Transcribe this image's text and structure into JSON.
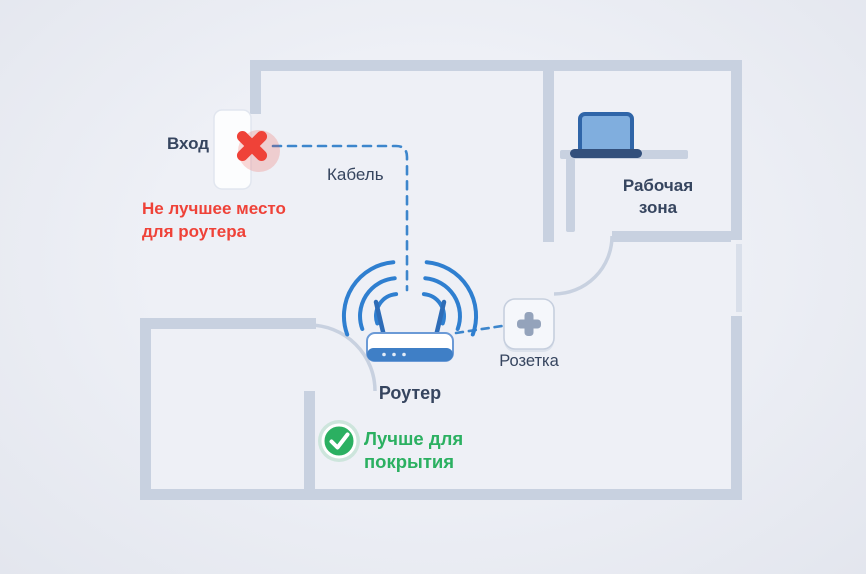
{
  "labels": {
    "entrance": "Вход",
    "cable": "Кабель",
    "router": "Роутер",
    "outlet": "Розетка",
    "work_area": {
      "line1": "Рабочая",
      "line2": "зона"
    },
    "warning": {
      "line1": "Не лучшее место",
      "line2": "для роутера"
    },
    "success": {
      "line1": "Лучше для",
      "line2": "покрытия"
    }
  },
  "colors": {
    "background": "#e9ebf2",
    "interior": "#eef0f6",
    "wall": "#c8d1e0",
    "window": "#d9dfea",
    "cable_blue": "#3d86cc",
    "router_blue": "#2f7fd0",
    "text_dark": "#36455f",
    "warning_red": "#ef4238",
    "success_green": "#2bb061"
  }
}
